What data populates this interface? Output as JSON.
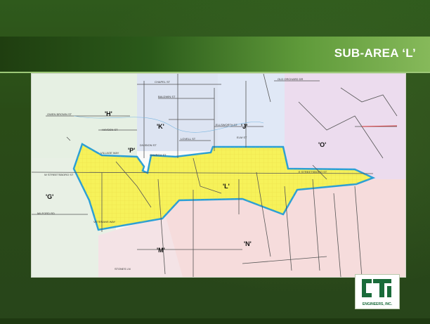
{
  "slide": {
    "title": "SUB-AREA ‘L’"
  },
  "map": {
    "areas": [
      {
        "key": "H",
        "label": "'H'"
      },
      {
        "key": "K",
        "label": "'K'"
      },
      {
        "key": "J",
        "label": "'J'"
      },
      {
        "key": "O",
        "label": "'O'"
      },
      {
        "key": "P",
        "label": "'P'"
      },
      {
        "key": "L",
        "label": "'L'"
      },
      {
        "key": "G",
        "label": "'G'"
      },
      {
        "key": "M",
        "label": "'M'"
      },
      {
        "key": "N",
        "label": "'N'"
      }
    ],
    "streets": {
      "chapel": "CHAPEL ST",
      "baldwin": "BALDWIN ST",
      "old_orchard": "OLD ORCHARD DR",
      "owen_brown": "OWEN BROWN ST",
      "ellsworth": "ELLSWORTH ST",
      "elm": "ELM ST",
      "lovell": "LOVELL ST",
      "church": "CHURCH ST",
      "village": "VILLAGE WAY",
      "w_streetsboro": "W STREETSBORO ST",
      "e_streetsboro": "E STREETSBORO ST",
      "milford": "MILFORD RD",
      "veterans": "VETERANS WAY",
      "stones": "STONES LN",
      "division": "DIVISION ST",
      "hayden": "HAYDEN ST"
    },
    "colors": {
      "sub_area_fill": "#f6f25a",
      "sub_area_outline": "#2a9fd6"
    }
  },
  "logo": {
    "mark": "CTI",
    "caption": "ENGINEERS, INC."
  }
}
